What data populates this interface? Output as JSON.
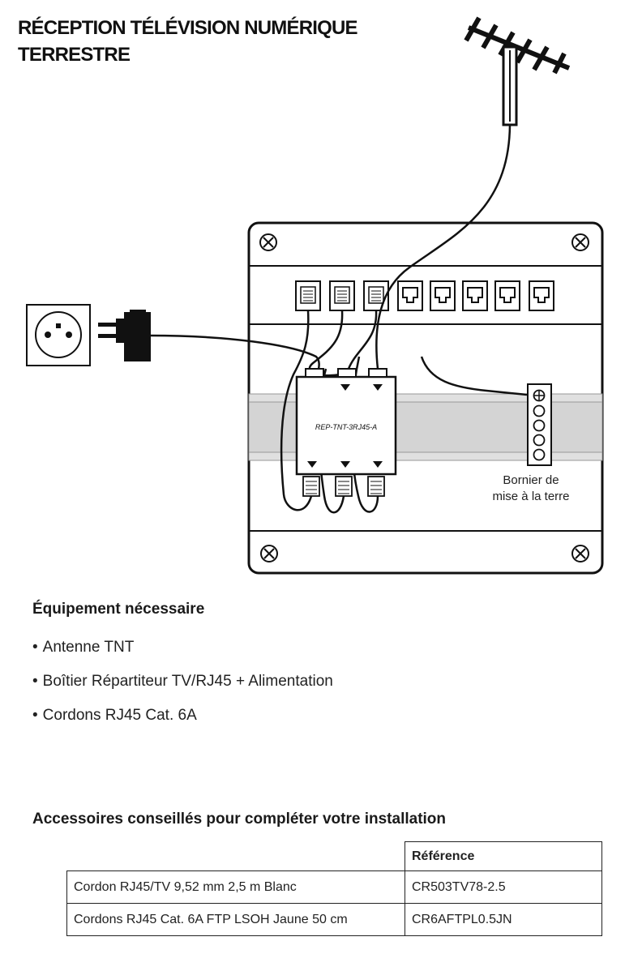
{
  "title": {
    "line1": "RÉCEPTION TÉLÉVISION NUMÉRIQUE",
    "line2": "TERRESTRE"
  },
  "diagram": {
    "splitter_label": "REP-TNT-3RJ45-A",
    "ground_label_line1": "Bornier de",
    "ground_label_line2": "mise à la terre",
    "icons": [
      "antenna-icon",
      "power-outlet-icon",
      "power-adapter-icon",
      "screw-icon",
      "rj45-port-icon",
      "ground-terminal-icon"
    ]
  },
  "equipment": {
    "heading": "Équipement nécessaire",
    "items": [
      "Antenne TNT",
      "Boîtier Répartiteur TV/RJ45 + Alimentation",
      "Cordons RJ45 Cat. 6A"
    ]
  },
  "accessories": {
    "heading": "Accessoires conseillés pour compléter votre installation",
    "header_ref": "Référence",
    "rows": [
      {
        "description": "Cordon RJ45/TV 9,52 mm 2,5 m Blanc",
        "reference": "CR503TV78-2.5"
      },
      {
        "description": "Cordons RJ45 Cat. 6A FTP LSOH Jaune 50 cm",
        "reference": "CR6AFTPL0.5JN"
      }
    ]
  }
}
